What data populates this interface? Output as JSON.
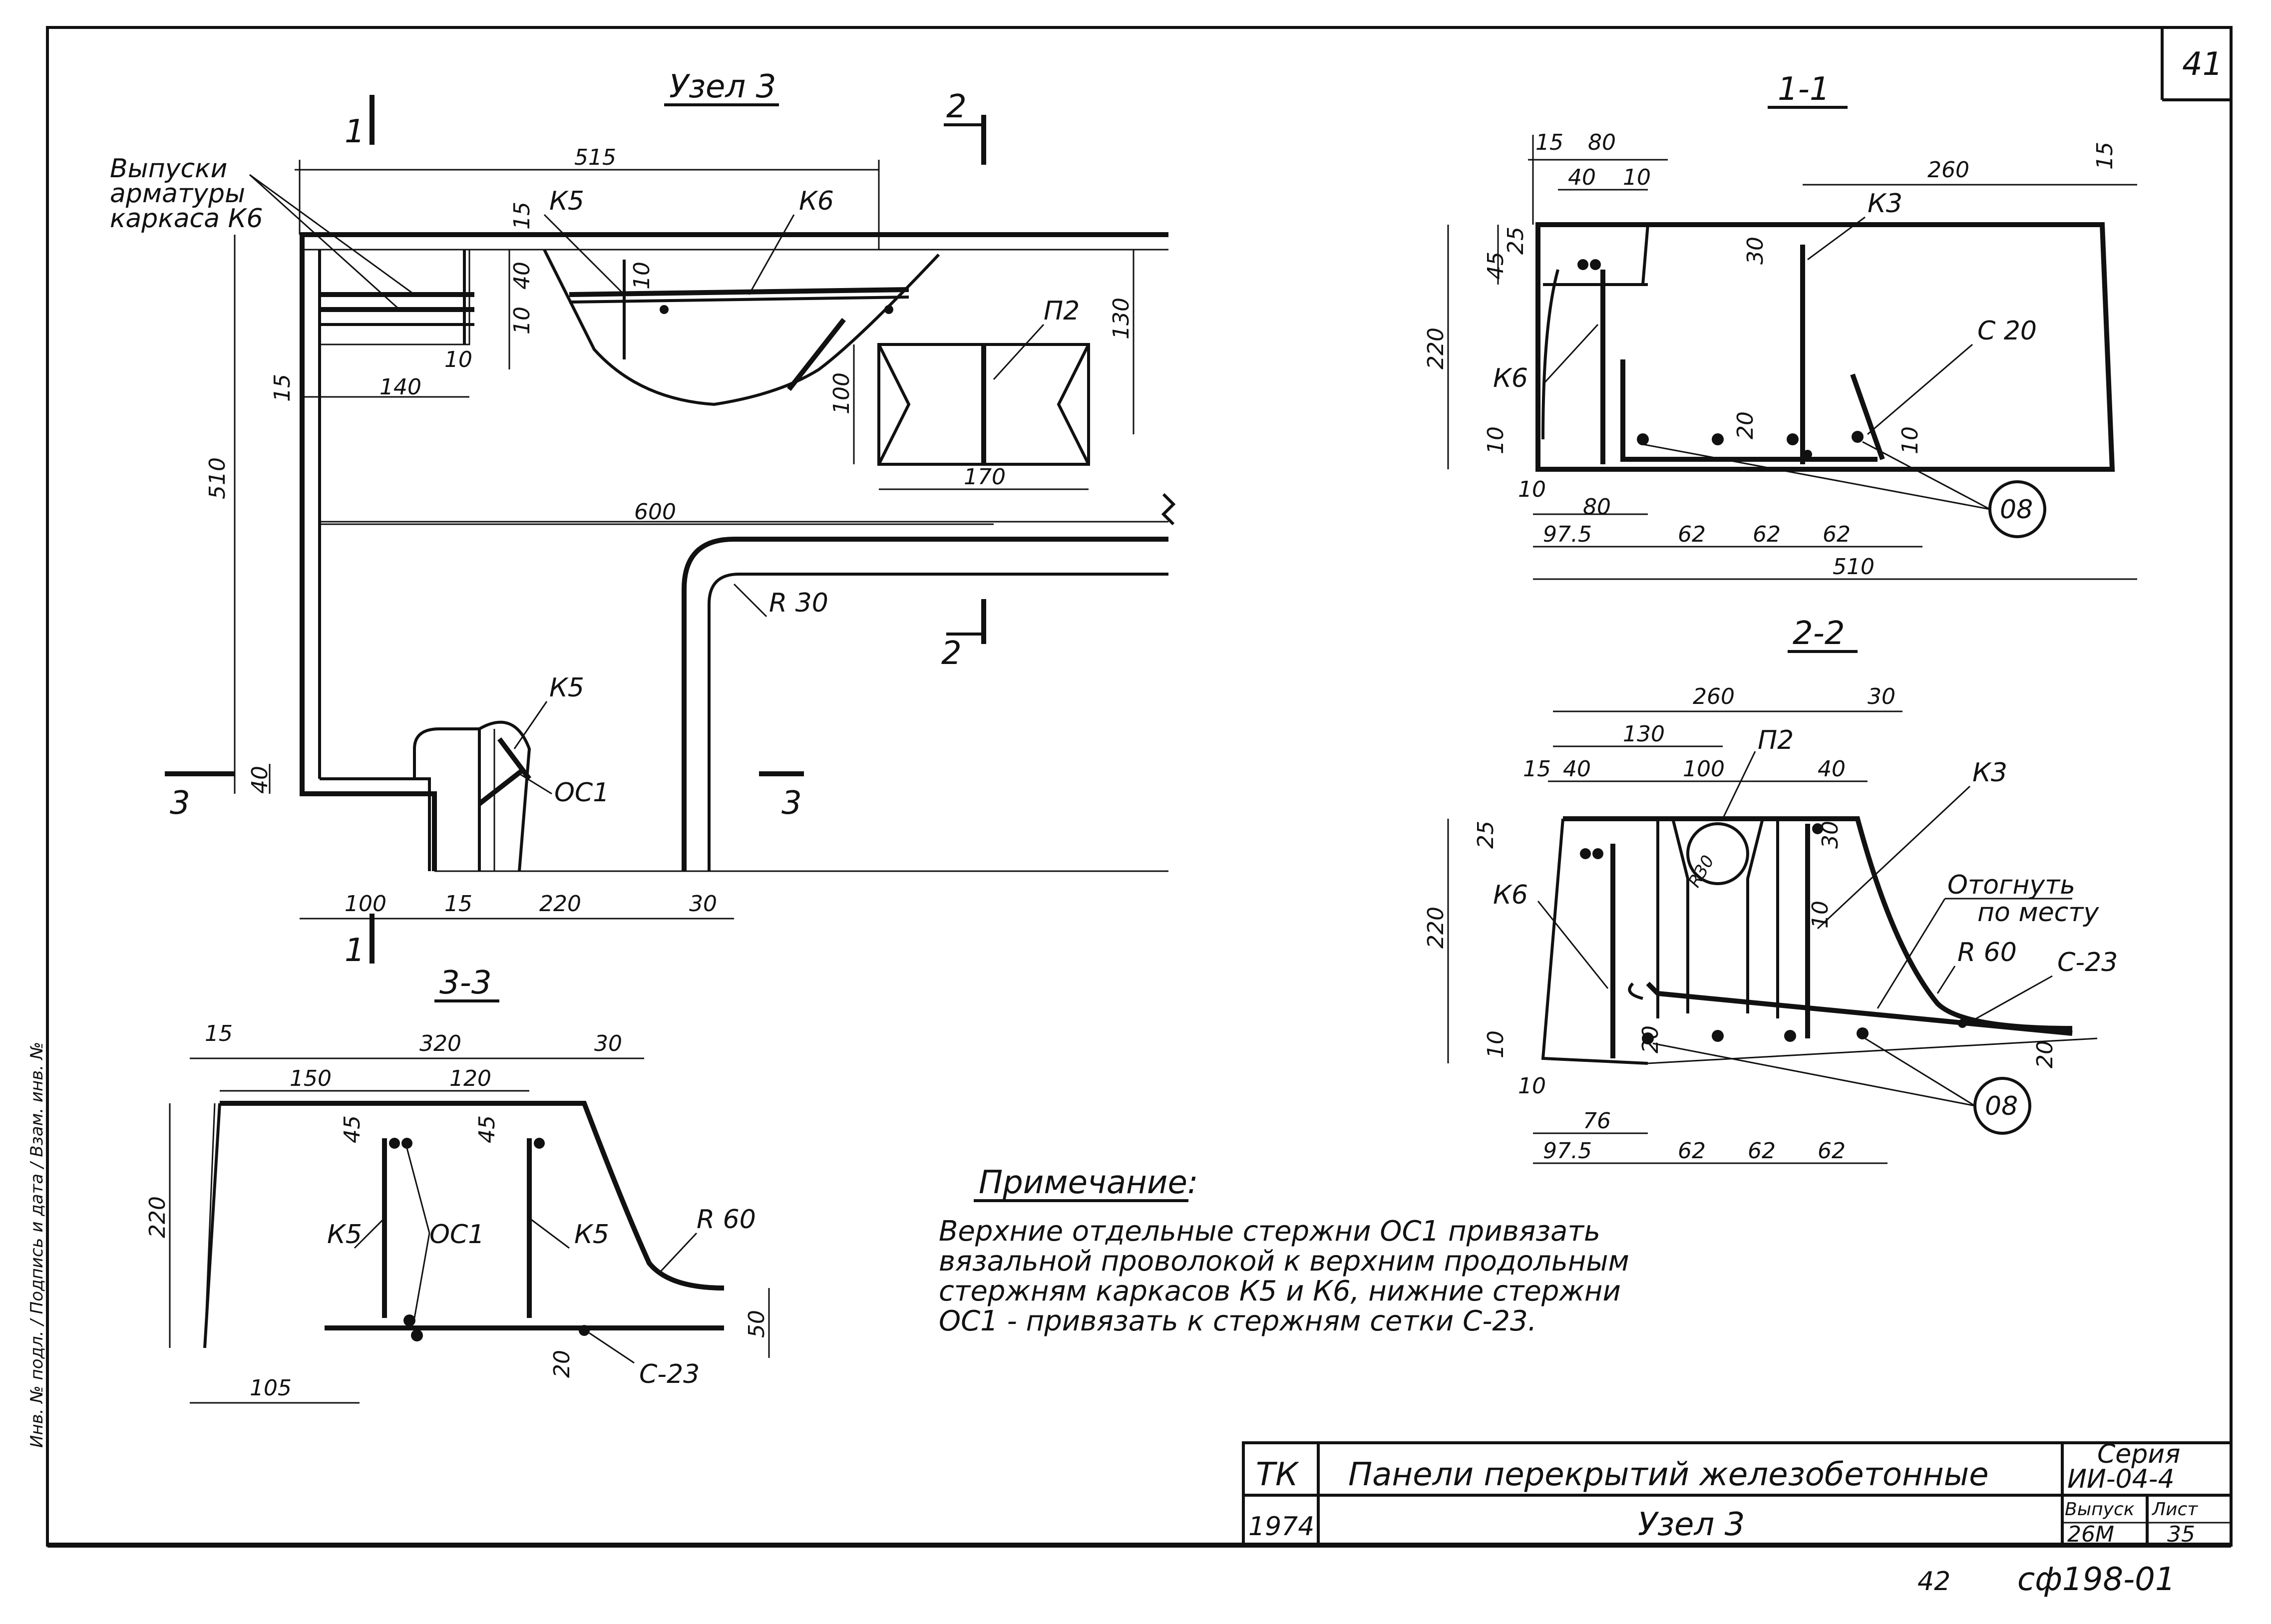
{
  "sheet": {
    "page_number": "41",
    "side_margin_text": "Инв. № подл. / Подпись и дата / Взам. инв. №"
  },
  "views": {
    "uzel3": {
      "title": "Узел 3",
      "labels": {
        "section_1_top": "1",
        "section_1_bottom": "1",
        "section_2_top": "2",
        "section_2_bottom": "2",
        "section_3_left": "3",
        "section_3_right": "3",
        "vypuski_1": "Выпуски",
        "vypuski_2": "арматуры",
        "vypuski_3": "каркаса К6",
        "k5a": "К5",
        "k6": "К6",
        "p2": "П2",
        "r30": "R 30",
        "k5b": "К5",
        "oc1": "ОС1"
      },
      "dims": {
        "d515": "515",
        "d15": "15",
        "d40": "40",
        "d10a": "10",
        "d10b": "10",
        "d10c": "10",
        "d140": "140",
        "d15b": "15",
        "d130": "130",
        "d100": "100",
        "d170": "170",
        "d510": "510",
        "d600": "600",
        "d40b": "40",
        "d100b": "100",
        "d15c": "15",
        "d220": "220",
        "d30": "30"
      }
    },
    "s11": {
      "title": "1-1",
      "labels": {
        "k3": "К3",
        "k6": "К6",
        "c20": "С 20",
        "tag": "08"
      },
      "dims": {
        "d15": "15",
        "d80": "80",
        "d40": "40",
        "d10": "10",
        "d260": "260",
        "d15r": "15",
        "d30": "30",
        "d45": "45",
        "d25": "25",
        "d220": "220",
        "d10a": "10",
        "d10b": "10",
        "d20": "20",
        "d10c": "10",
        "d80b": "80",
        "d975": "97.5",
        "d62a": "62",
        "d62b": "62",
        "d62c": "62",
        "d510": "510"
      }
    },
    "s22": {
      "title": "2-2",
      "labels": {
        "p2": "П2",
        "k3": "К3",
        "k6": "К6",
        "bend1": "Отогнуть",
        "bend2": "по месту",
        "r60": "R 60",
        "c23": "С-23",
        "r30": "R30",
        "tag": "08"
      },
      "dims": {
        "d260": "260",
        "d30": "30",
        "d130": "130",
        "d15": "15",
        "d40": "40",
        "d100": "100",
        "d40b": "40",
        "d25": "25",
        "d30b": "30",
        "d220": "220",
        "d10": "10",
        "d20a": "20",
        "d10b": "10",
        "d10c": "10",
        "d76": "76",
        "d975": "97.5",
        "d62a": "62",
        "d62b": "62",
        "d62c": "62",
        "d20b": "20"
      }
    },
    "s33": {
      "title": "3-3",
      "labels": {
        "k5a": "К5",
        "oc1": "ОС1",
        "k5b": "К5",
        "r60": "R 60",
        "c23": "С-23"
      },
      "dims": {
        "d15": "15",
        "d320": "320",
        "d30": "30",
        "d150": "150",
        "d120": "120",
        "d45a": "45",
        "d45b": "45",
        "d220": "220",
        "d50": "50",
        "d20": "20",
        "d105": "105"
      }
    }
  },
  "note": {
    "title": "Примечание:",
    "lines": [
      "Верхние отдельные стержни ОС1 привязать",
      "вязальной проволокой к верхним продольным",
      "стержням каркасов К5 и К6, нижние стержни",
      "ОС1 - привязать к стержням сетки С-23."
    ]
  },
  "title_block": {
    "org": "ТК",
    "year": "1974",
    "name": "Панели перекрытий железобетонные",
    "sheet_title": "Узел 3",
    "seria_label": "Серия",
    "seria_value": "ИИ-04-4",
    "vypusk_label": "Выпуск",
    "vypusk_value": "26М",
    "list_label": "Лист",
    "list_value": "35"
  },
  "footer": {
    "number": "42",
    "code": "сф198-01"
  }
}
